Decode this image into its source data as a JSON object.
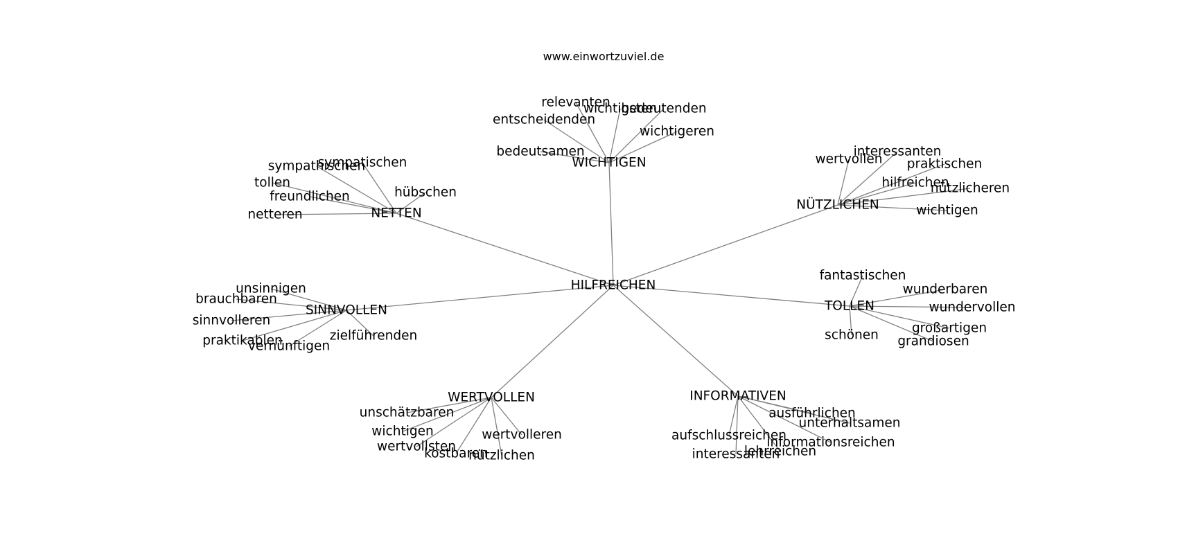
{
  "title": "www.einwortzuviel.de",
  "graph": {
    "center": "HILFREICHEN",
    "clusters": [
      {
        "label": "WICHTIGEN",
        "leaves": [
          "relevanten",
          "wichtigsten",
          "bedeutenden",
          "entscheidenden",
          "wichtigeren",
          "bedeutsamen"
        ]
      },
      {
        "label": "NETTEN",
        "leaves": [
          "sympathischen",
          "sympatischen",
          "tollen",
          "hübschen",
          "freundlichen",
          "netteren"
        ]
      },
      {
        "label": "NÜTZLICHEN",
        "leaves": [
          "interessanten",
          "wertvollen",
          "praktischen",
          "hilfreichen",
          "nützlicheren",
          "wichtigen"
        ]
      },
      {
        "label": "SINNVOLLEN",
        "leaves": [
          "unsinnigen",
          "brauchbaren",
          "sinnvolleren",
          "zielführenden",
          "praktikablen",
          "vernünftigen"
        ]
      },
      {
        "label": "TOLLEN",
        "leaves": [
          "fantastischen",
          "wunderbaren",
          "wundervollen",
          "großartigen",
          "schönen",
          "grandiosen"
        ]
      },
      {
        "label": "WERTVOLLEN",
        "leaves": [
          "unschätzbaren",
          "wichtigen",
          "wertvolleren",
          "wertvollsten",
          "kostbaren",
          "nützlichen"
        ]
      },
      {
        "label": "INFORMATIVEN",
        "leaves": [
          "ausführlichen",
          "unterhaltsamen",
          "aufschlussreichen",
          "informationsreichen",
          "lehrreichen",
          "interessanten"
        ]
      }
    ]
  }
}
